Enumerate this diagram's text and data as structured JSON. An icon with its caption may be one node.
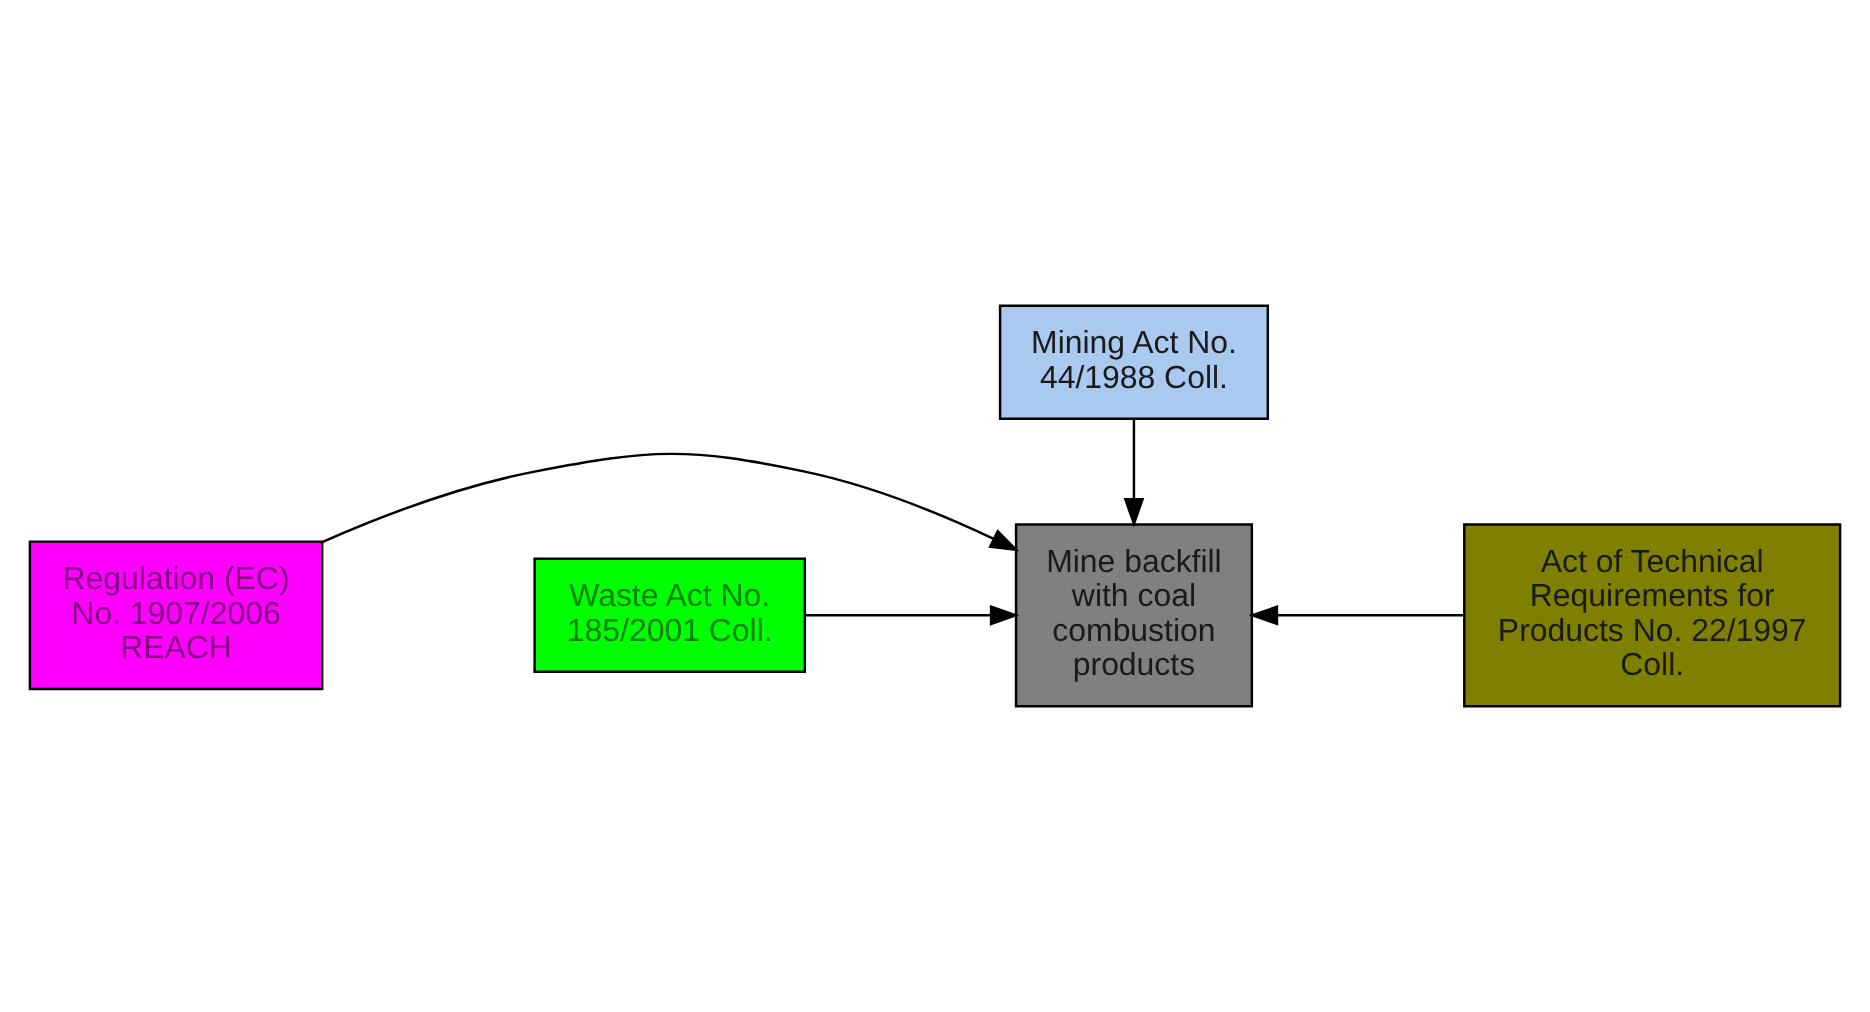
{
  "diagram": {
    "nodes": [
      {
        "text": [
          "Mining Act No. 44/1988 Coll."
        ]
      },
      {
        "text": [
          "Regulation (EC) No. 1907/2006 REACH"
        ]
      },
      {
        "text": [
          "Mine backfill with coal combustion products"
        ]
      },
      {
        "text": [
          "Waste Act No. 185/2001 Coll."
        ]
      },
      {
        "text": [
          "Act of Technical Requirements for Products No. 22/1997 Coll."
        ]
      }
    ],
    "edges": [
      {
        "from": 0,
        "to": 2,
        "arrow": "to"
      },
      {
        "from": 1,
        "to": 2,
        "arrow": "to"
      },
      {
        "from": 3,
        "to": 2,
        "arrow": "to"
      },
      {
        "from": 4,
        "to": 2,
        "arrow": "to"
      }
    ]
  }
}
